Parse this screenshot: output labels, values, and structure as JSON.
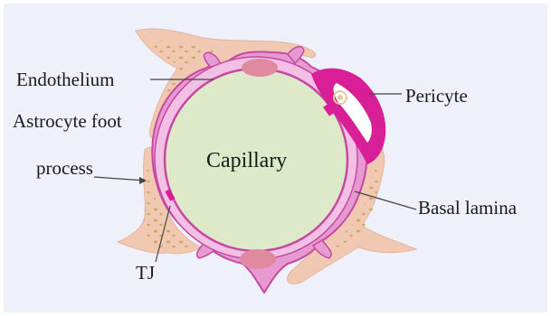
{
  "labels": {
    "endothelium": "Endothelium",
    "astrocyte_line1": "Astrocyte foot",
    "astrocyte_line2": "process",
    "pericyte": "Pericyte",
    "capillary": "Capillary",
    "basal_lamina": "Basal lamina",
    "tj": "TJ"
  },
  "colors": {
    "background": "#eef0fa",
    "astrocyte_fill": "#f1c9b3",
    "astrocyte_dots": "#c9a55a",
    "endothelium_fill": "#e79ad2",
    "endothelium_stroke": "#c44aa0",
    "basal_lamina": "#f3bfe5",
    "lumen": "#dde9c9",
    "pericyte": "#d81f97",
    "nucleus": "#e08aa0",
    "tight_junction": "#d81f97"
  }
}
